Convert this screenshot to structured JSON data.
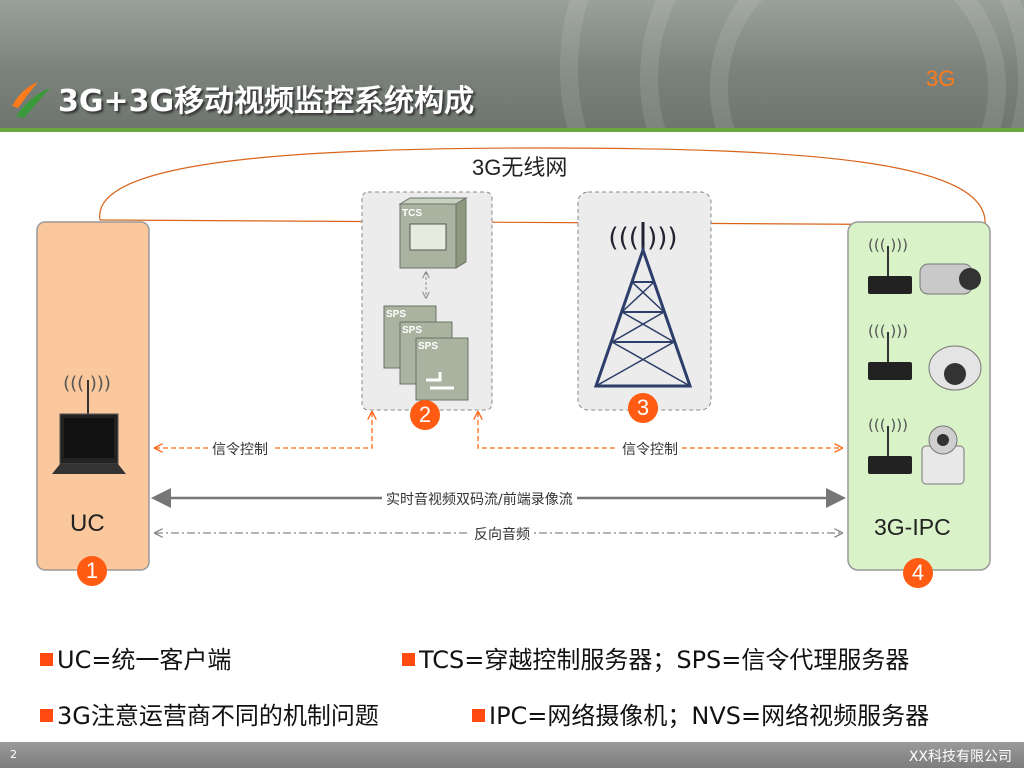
{
  "header": {
    "title": "3G+3G移动视频监控系统构成",
    "tag": "3G"
  },
  "diagram": {
    "network_label": "3G无线网",
    "uc_label": "UC",
    "ipc_label": "3G-IPC",
    "tcs_label": "TCS",
    "sps_label": "SPS",
    "badges": [
      "1",
      "2",
      "3",
      "4"
    ],
    "signal_left": "信令控制",
    "signal_right": "信令控制",
    "stream_label": "实时音视频双码流/前端录像流",
    "audio_label": "反向音频"
  },
  "legend": {
    "item1": "UC=统一客户端",
    "item2": "TCS=穿越控制服务器；SPS=信令代理服务器",
    "item3": "3G注意运营商不同的机制问题",
    "item4": "IPC=网络摄像机；NVS=网络视频服务器"
  },
  "footer": {
    "page": "2",
    "company": "XX科技有限公司"
  },
  "colors": {
    "orange": "#ff5b12",
    "uc_fill": "#fbc79c",
    "ipc_fill": "#d9f2c8",
    "accent_green": "#6aa640"
  }
}
